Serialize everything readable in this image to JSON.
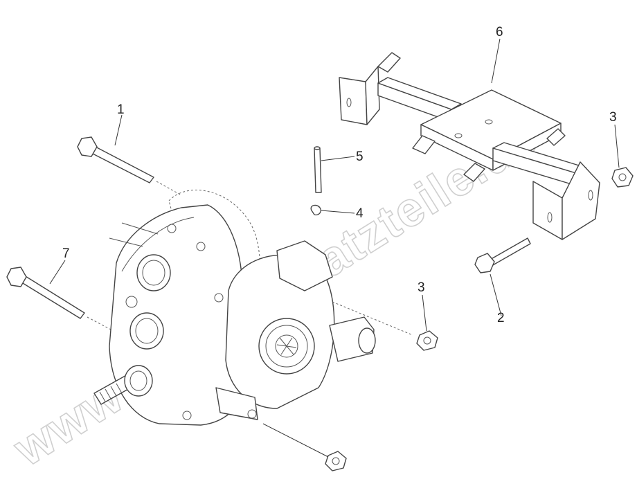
{
  "watermark": "www.powerersatzteile.de",
  "callouts": {
    "c1": "1",
    "c2": "2",
    "c3a": "3",
    "c3b": "3",
    "c4": "4",
    "c5": "5",
    "c6": "6",
    "c7": "7"
  }
}
